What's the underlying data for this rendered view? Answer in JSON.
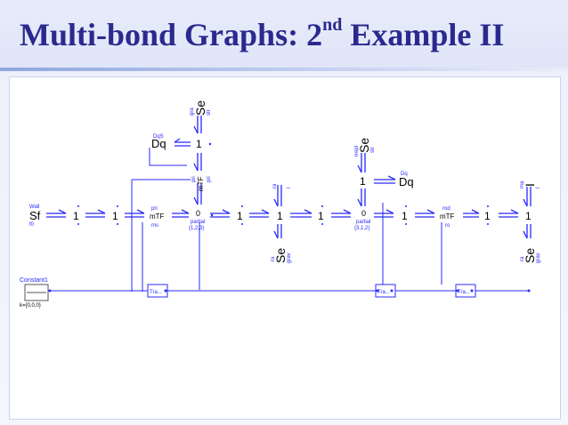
{
  "slide": {
    "title": "Multi-bond Graphs: 2",
    "title_sup": "nd",
    "title_tail": " Example II",
    "title_color": "#2a2a8e"
  },
  "diagram": {
    "line_color": "#2929ff",
    "main_row": {
      "sf_label": "Sf",
      "sf_tag_top": "Wall",
      "sf_tag_bottom": "f0",
      "one_1": "1",
      "one_2": "1",
      "mtf_left": "mTF",
      "mtf_left_top": "pri",
      "mtf_left_bottom": "ms",
      "zero_left": "0",
      "zero_left_tag": "partial",
      "zero_left_sub": "{1,2,3}",
      "one_3": "1",
      "one_4": "1",
      "one_5": "1",
      "zero_right": "0",
      "zero_right_tag": "partial",
      "zero_right_sub": "{3,1,2}",
      "one_6": "1",
      "mtf_right": "mTF",
      "mtf_right_top": "rod",
      "mtf_right_bottom": "ro",
      "one_7": "1",
      "one_8": "1"
    },
    "upper_left": {
      "se_label": "Se",
      "se_tag1": "gra",
      "se_tag2": "str",
      "one": "1",
      "dq_label": "Dq",
      "dq_tag": "DqS",
      "mtf_label": "mTF",
      "mtf_tag1": "pri",
      "mtf_tag2": "pri"
    },
    "upper_mid": {
      "se_label": "Se",
      "se_tag1": "rrepl",
      "se_tag2": "str",
      "one": "1",
      "dq_label": "Dq",
      "dq_tag": "Dq"
    },
    "i_element": {
      "label": "I",
      "tag1": "ma",
      "tag2": "I"
    },
    "lower_mid": {
      "one": "1",
      "se_label": "Se",
      "tag1": "ra",
      "tag2": "grav"
    },
    "lower_right": {
      "one": "1",
      "se_label": "Se",
      "tag1": "ra",
      "tag2": "grav"
    },
    "upper_mid_side": {
      "tag1": "ra",
      "tag2": "I"
    },
    "constant": {
      "label": "Constant1",
      "param": "k={0,0,0}"
    },
    "transforms": {
      "tra1": "Tra...",
      "tra2": "Tra...",
      "tra3": "Tra..."
    }
  }
}
